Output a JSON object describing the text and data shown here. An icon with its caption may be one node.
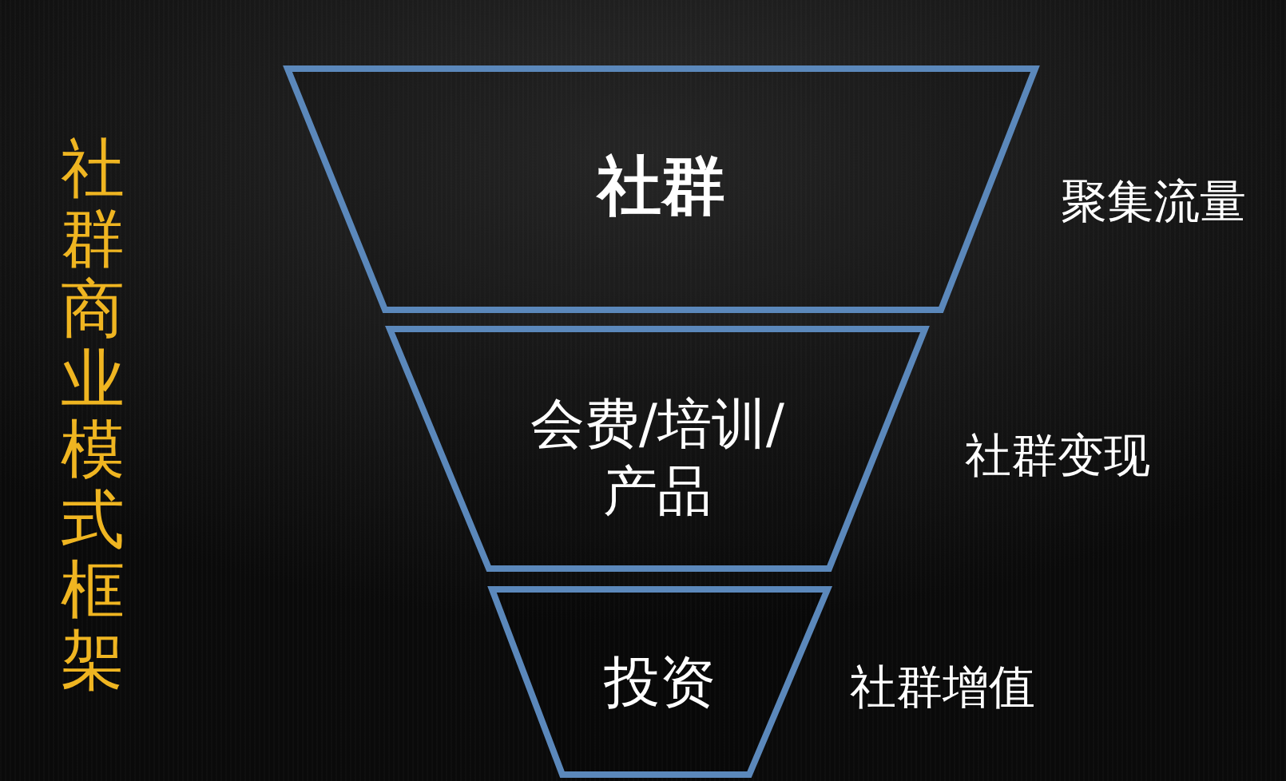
{
  "diagram": {
    "title": "社群商业模式框架",
    "nodes": [
      {
        "text": [
          "社群"
        ],
        "beside": [
          "聚集流量"
        ]
      },
      {
        "text": [
          "会费/培训/产品"
        ],
        "beside": [
          "社群变现"
        ]
      },
      {
        "text": [
          "投资"
        ],
        "beside": [
          "社群增值"
        ]
      }
    ]
  }
}
